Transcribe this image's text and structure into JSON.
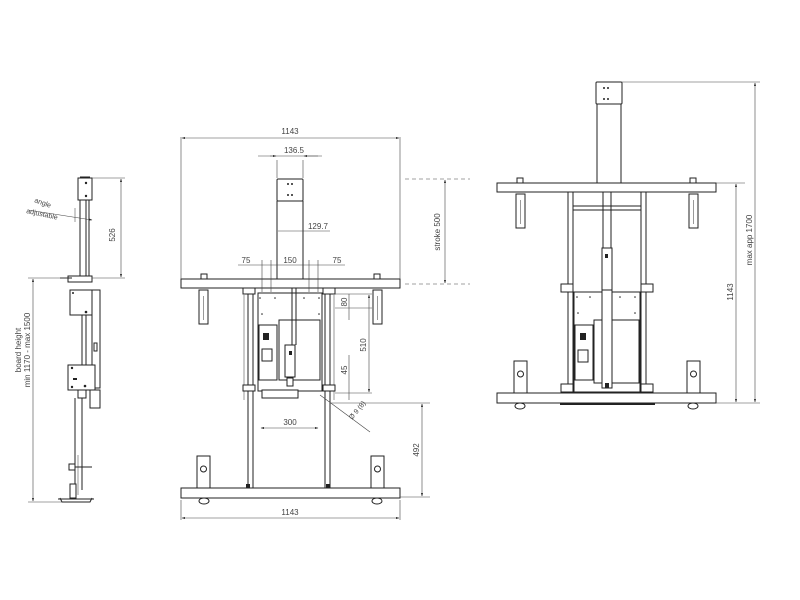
{
  "diagram": {
    "title": "Height-adjustable board stand technical drawing",
    "views": {
      "side": {
        "labels": {
          "angle_adjustable_1": "angle",
          "angle_adjustable_2": "adjustable",
          "dim_top": "526",
          "board_height_1": "board height",
          "board_height_2": "min 1170 - max 1500"
        }
      },
      "front_low": {
        "labels": {
          "width_top": "1143",
          "column_width": "136.5",
          "column_inner": "129.7",
          "spacing_left": "75",
          "spacing_mid": "150",
          "spacing_right": "75",
          "stroke": "stroke 500",
          "dim_80": "80",
          "dim_510": "510",
          "dim_45": "45",
          "dim_300": "300",
          "hole_diameter": "Ø 9 (8)",
          "height_492": "492",
          "width_bottom": "1143"
        }
      },
      "front_high": {
        "labels": {
          "height_1143": "1143",
          "max_height": "max app 1700"
        }
      }
    },
    "colors": {
      "line": "#222222",
      "dimension": "#444444",
      "background": "#ffffff"
    }
  }
}
